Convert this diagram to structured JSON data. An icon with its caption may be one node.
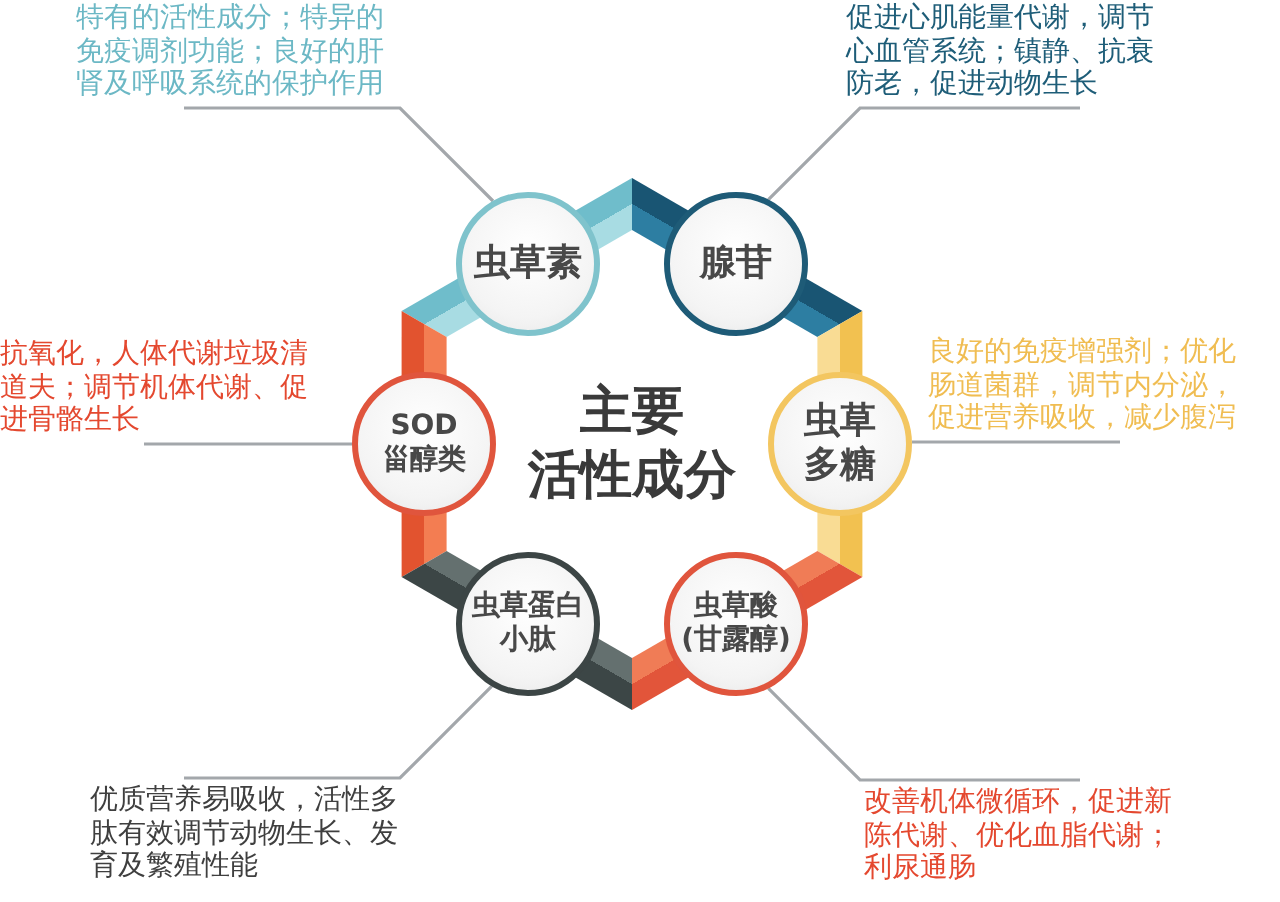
{
  "diagram": {
    "nodes": [
      {
        "text": [
          "特有的活性成分；特异的免疫调剂功能；良好的肝肾及呼吸系统的保护作用"
        ]
      },
      {
        "text": [
          "促进心肌能量代谢，调节心血管系统；镇静、抗衰防老，促进动物生长"
        ]
      },
      {
        "text": [
          "虫草素"
        ]
      },
      {
        "text": [
          "腺苷"
        ]
      },
      {
        "text": [
          "抗氧化，人体代谢垃圾清道夫；调节机体代谢、促进骨骼生长"
        ]
      },
      {
        "text": [
          "SOD 甾醇类"
        ]
      },
      {
        "text": [
          "虫草多糖"
        ]
      },
      {
        "text": [
          "良好的免疫增强剂；优化肠道菌群，调节内分泌，促进营养吸收，减少腹泻"
        ]
      },
      {
        "text": [
          "虫草蛋白小肽"
        ]
      },
      {
        "text": [
          "虫草酸(甘露醇)"
        ]
      },
      {
        "text": [
          "优质营养易吸收，活性多肽有效调节动物生长、发育及繁殖性能"
        ]
      },
      {
        "text": [
          "改善机体微循环，促进新陈代谢、优化血脂代谢；利尿通肠"
        ]
      }
    ],
    "edges": [
      {
        "from": 0,
        "to": 2,
        "arrow": "none"
      },
      {
        "from": 1,
        "to": 3,
        "arrow": "none"
      },
      {
        "from": 4,
        "to": 5,
        "arrow": "none"
      },
      {
        "from": 7,
        "to": 6,
        "arrow": "none"
      },
      {
        "from": 10,
        "to": 8,
        "arrow": "none"
      },
      {
        "from": 11,
        "to": 9,
        "arrow": "none"
      }
    ],
    "labels": [
      "主要活性成分"
    ]
  }
}
